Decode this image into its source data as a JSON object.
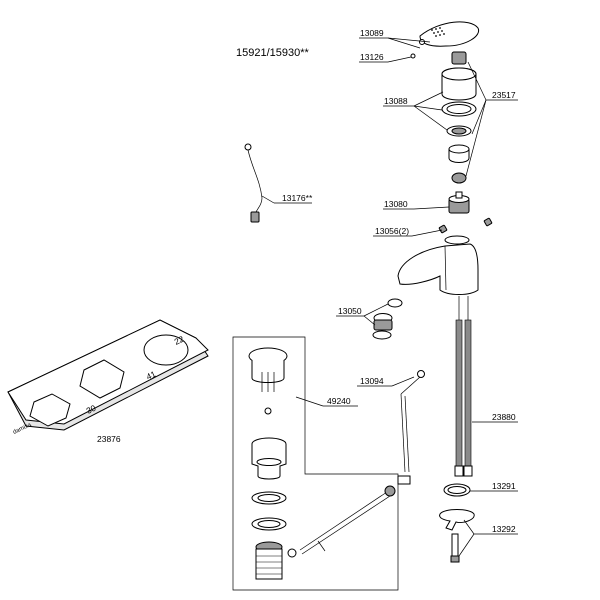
{
  "title": "15921/15930**",
  "labels": {
    "p13089": "13089",
    "p13126": "13126",
    "p13088": "13088",
    "p23517": "23517",
    "p13176": "13176**",
    "p13080": "13080",
    "p13056": "13056(2)",
    "p13050": "13050",
    "p13094": "13094",
    "p49240": "49240",
    "p23880": "23880",
    "p13291": "13291",
    "p13292": "13292",
    "p23876": "23876"
  },
  "wrench_marks": {
    "m22": "22",
    "m41": "41",
    "m30": "30",
    "brand": "damixa"
  }
}
